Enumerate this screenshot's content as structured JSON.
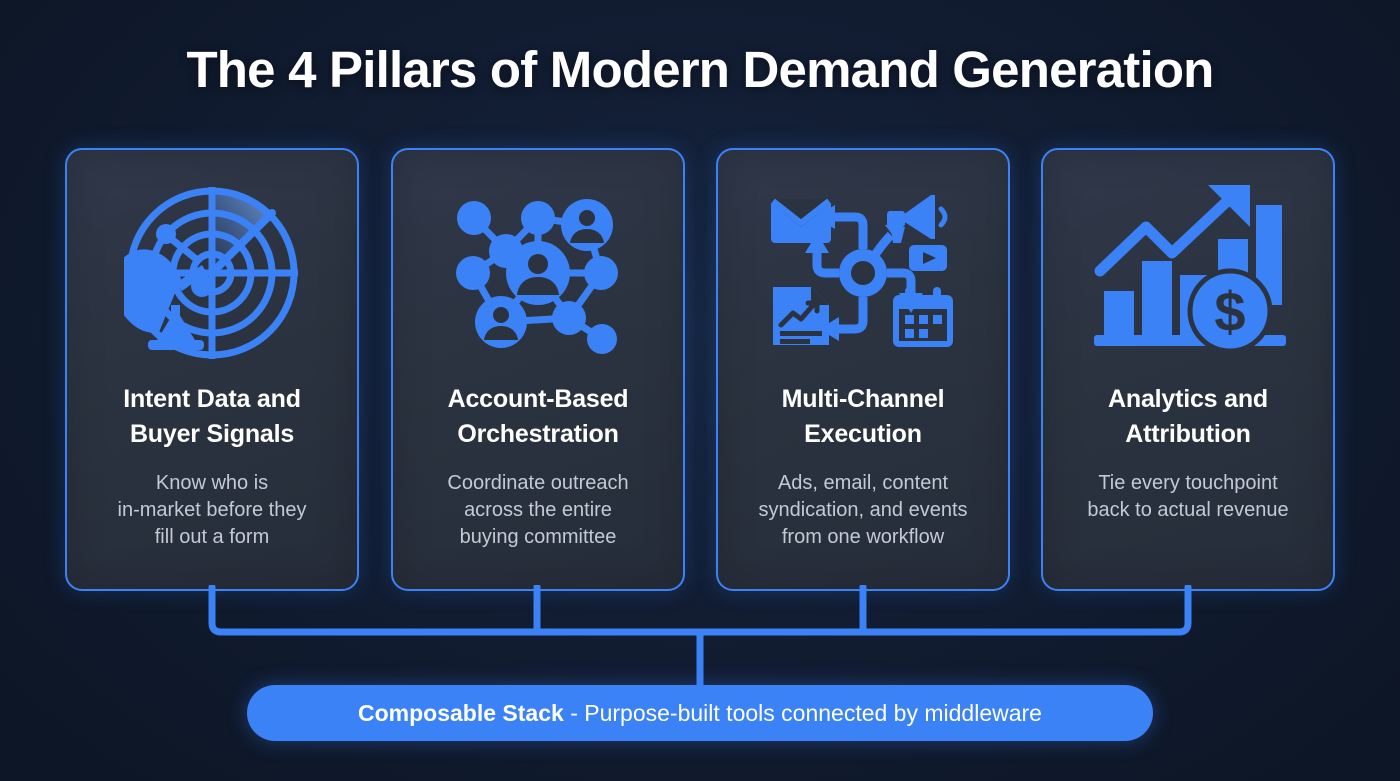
{
  "page": {
    "title": "The 4 Pillars of Modern Demand Generation",
    "accent_color": "#3b82f6",
    "background_color": "#0f1a2e",
    "card_background_color": "#2b3340",
    "title_color": "#ffffff",
    "description_color": "#c3cad6"
  },
  "cards": [
    {
      "icon": "radar-satellite-icon",
      "title_line1": "Intent Data and",
      "title_line2": "Buyer Signals",
      "desc_line1": "Know who is",
      "desc_line2": "in-market before they",
      "desc_line3": "fill out a form"
    },
    {
      "icon": "network-people-icon",
      "title_line1": "Account-Based",
      "title_line2": "Orchestration",
      "desc_line1": "Coordinate outreach",
      "desc_line2": "across the entire",
      "desc_line3": "buying committee"
    },
    {
      "icon": "hub-channels-icon",
      "title_line1": "Multi-Channel",
      "title_line2": "Execution",
      "desc_line1": "Ads, email, content",
      "desc_line2": "syndication, and events",
      "desc_line3": "from one workflow"
    },
    {
      "icon": "bar-chart-growth-dollar-icon",
      "title_line1": "Analytics and",
      "title_line2": "Attribution",
      "desc_line1": "Tie every touchpoint",
      "desc_line2": "back to actual revenue",
      "desc_line3": ""
    }
  ],
  "footer_banner": {
    "bold_label": "Composable Stack",
    "separator": " - ",
    "text": "Purpose-built tools connected by middleware"
  }
}
